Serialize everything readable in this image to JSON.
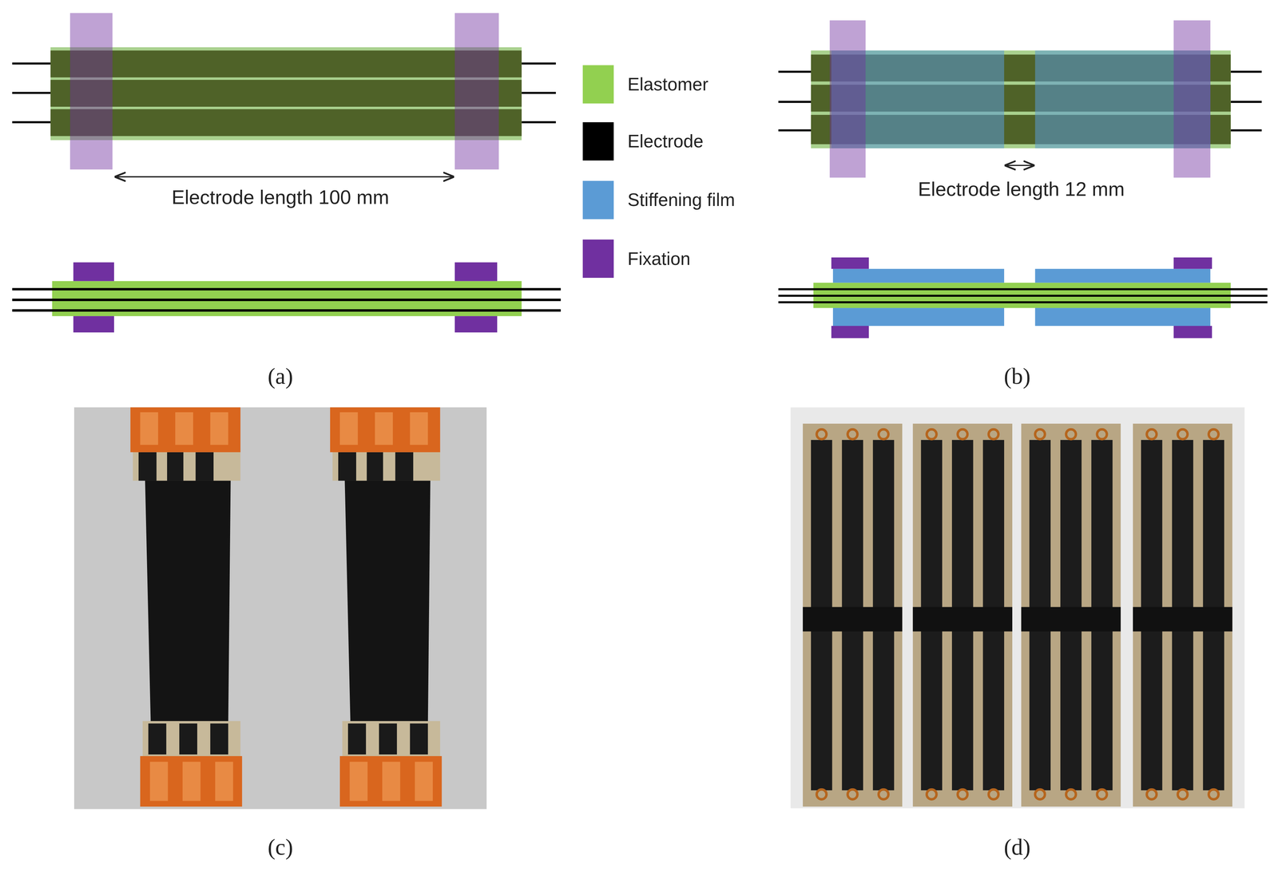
{
  "diagram": {
    "labels": [
      "Electrode length 100 mm",
      "Electrode length 12 mm",
      "(a)",
      "(b)",
      "(c)",
      "(d)"
    ],
    "legend": [
      {
        "text": "Elastomer",
        "color": "#92d050"
      },
      {
        "text": "Electrode",
        "color": "#000000"
      },
      {
        "text": "Stiffening film",
        "color": "#5b9bd5"
      },
      {
        "text": "Fixation",
        "color": "#7030a0"
      }
    ]
  }
}
